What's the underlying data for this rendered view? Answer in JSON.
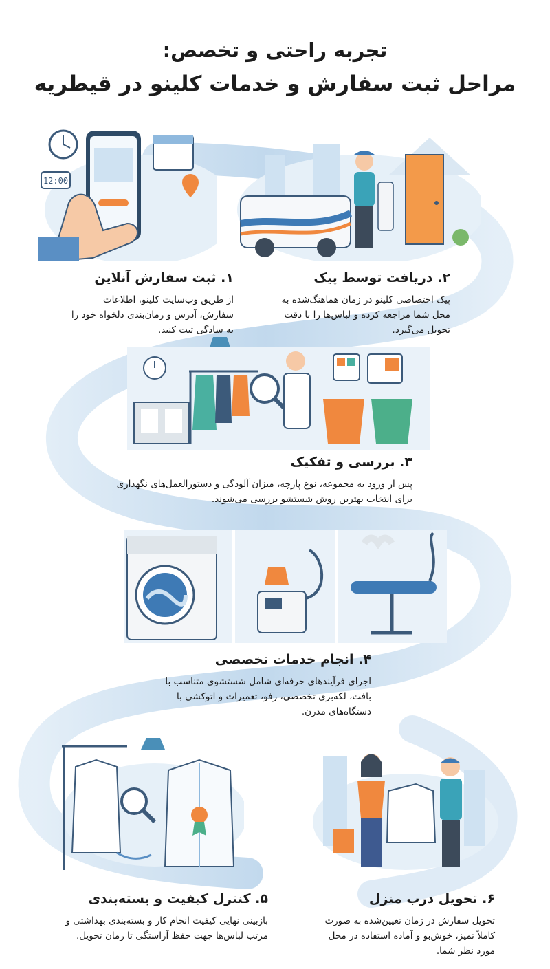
{
  "header": {
    "title_line1": "تجربه راحتی و تخصص:",
    "title_line2": "مراحل ثبت سفارش و خدمات کلینو در قیطریه"
  },
  "steps": [
    {
      "number": "۱.",
      "title": "ثبت سفارش آنلاین",
      "text": "از طریق وب‌سایت کلینو، اطلاعات سفارش، آدرس و زمان‌بندی دلخواه خود را به سادگی ثبت کنید.",
      "icon": "phone-calendar-icon"
    },
    {
      "number": "۲.",
      "title": "دریافت توسط پیک",
      "text": "پیک اختصاصی کلینو در زمان هماهنگ‌شده به محل شما مراجعه کرده و لباس‌ها را با دقت تحویل می‌گیرد.",
      "icon": "delivery-van-icon"
    },
    {
      "number": "۳.",
      "title": "بررسی و تفکیک",
      "text": "پس از ورود به مجموعه، نوع پارچه، میزان آلودگی و دستورالعمل‌های نگهداری برای انتخاب بهترین روش شستشو بررسی می‌شوند.",
      "icon": "inspection-icon"
    },
    {
      "number": "۴.",
      "title": "انجام خدمات تخصصی",
      "text": "اجرای فرآیندهای حرفه‌ای شامل شستشوی متناسب با بافت، لکه‌بری تخصصی، رفو، تعمیرات و اتوکشی با دستگاه‌های مدرن.",
      "icon": "washing-machine-icon"
    },
    {
      "number": "۵.",
      "title": "کنترل کیفیت و بسته‌بندی",
      "text": "بازبینی نهایی کیفیت انجام کار و بسته‌بندی بهداشتی و مرتب لباس‌ها جهت حفظ آراستگی تا زمان تحویل.",
      "icon": "quality-check-icon"
    },
    {
      "number": "۶.",
      "title": "تحویل درب منزل",
      "text": "تحویل سفارش در زمان تعیین‌شده به صورت کاملاً تمیز، خوش‌بو و آماده استفاده در محل مورد نظر شما.",
      "icon": "home-delivery-icon"
    }
  ],
  "illustration": {
    "clock_text": "12:00"
  },
  "colors": {
    "ribbon": "#a9cbe6",
    "ribbon_dark": "#6fa3cf",
    "accent_orange": "#f0883e",
    "accent_green": "#4caf8a",
    "text": "#1c1c1c"
  }
}
